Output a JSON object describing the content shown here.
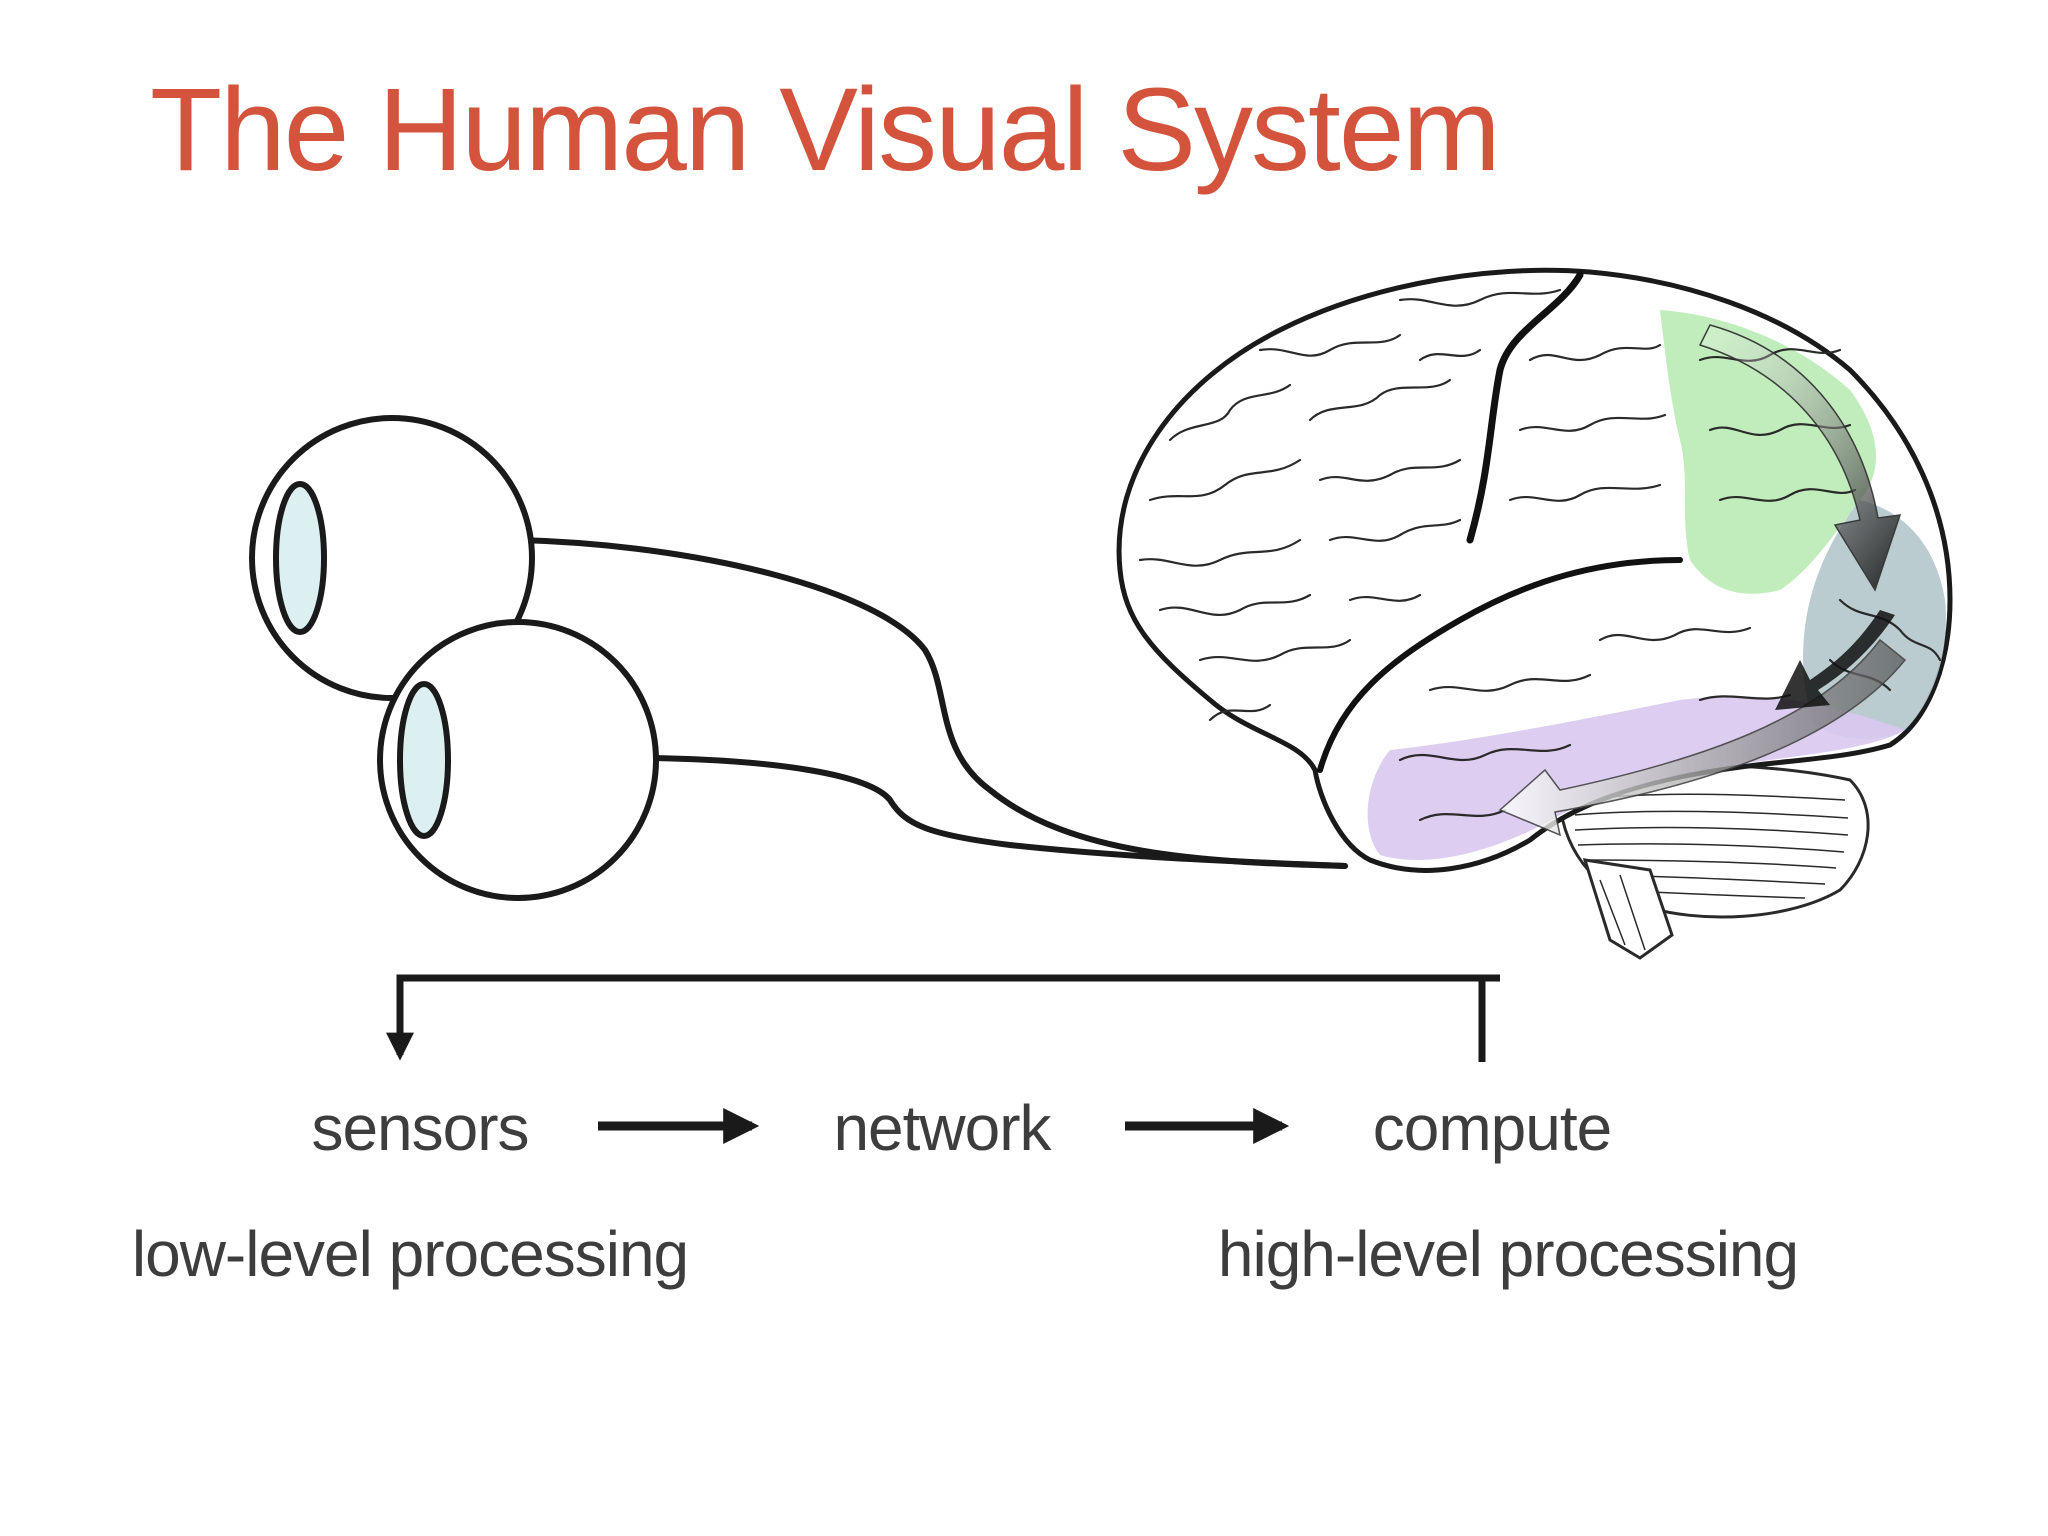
{
  "slide": {
    "title": "The Human Visual System"
  },
  "pipeline": {
    "stages": [
      "sensors",
      "network",
      "compute"
    ],
    "sublabels": {
      "left": "low-level processing",
      "right": "high-level processing"
    }
  },
  "colors": {
    "title": "#d4533c",
    "pupil": "#dcf0f2",
    "stroke": "#1a1a1a",
    "region_frontal_parietal": "#b6eab0",
    "region_occipital": "#b4c7cc",
    "region_temporal": "#d9c9ef",
    "text": "#3d3d3d"
  },
  "icons": {
    "eyes": "eyeball-pair-icon",
    "brain": "brain-illustration-icon",
    "feedback": "feedback-arrow-icon"
  }
}
